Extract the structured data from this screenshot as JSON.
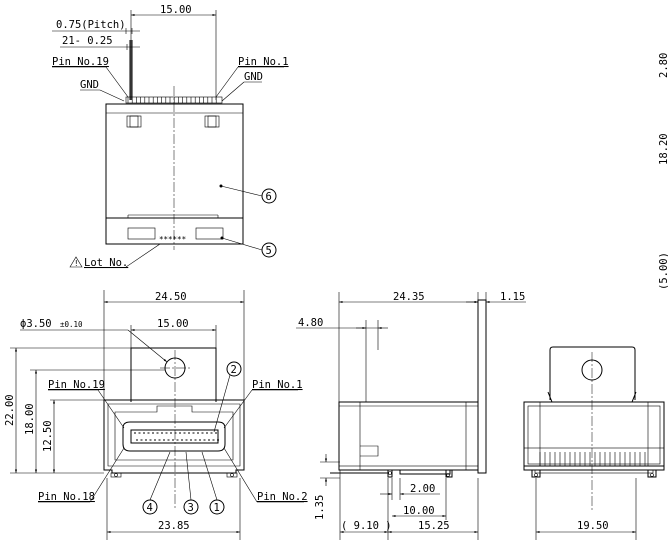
{
  "top_view": {
    "dim_15_00": "15.00",
    "pitch": "0.75(Pitch)",
    "pin_count_width": "21- 0.25",
    "pin_no_19": "Pin No.19",
    "pin_no_1": "Pin No.1",
    "gnd_left": "GND",
    "gnd_right": "GND",
    "callout_6": "6",
    "callout_5": "5",
    "lot_stars": "******",
    "lot_no": "Lot No.",
    "warning_symbol": "triangle-warning-icon"
  },
  "front_view": {
    "dim_24_50": "24.50",
    "dim_15_00": "15.00",
    "hole_dia": "ϕ3.50",
    "hole_tol": "±0.10",
    "dim_22_00": "22.00",
    "dim_18_00": "18.00",
    "dim_12_50": "12.50",
    "pin_no_19": "Pin No.19",
    "pin_no_1": "Pin No.1",
    "pin_no_18": "Pin No.18",
    "pin_no_2": "Pin No.2",
    "callout_2": "2",
    "callout_4": "4",
    "callout_3": "3",
    "callout_1": "1",
    "dim_23_85": "23.85"
  },
  "side_view": {
    "dim_24_35": "24.35",
    "dim_1_15": "1.15",
    "dim_4_80": "4.80",
    "dim_1_35": "1.35",
    "dim_2_00": "2.00",
    "dim_10_00": "10.00",
    "dim_9_10": "( 9.10 )",
    "dim_15_25": "15.25"
  },
  "back_view": {
    "dim_19_50": "19.50"
  },
  "right_edge": {
    "dim_2_80": "2.80",
    "dim_18_20": "18.20",
    "dim_5_00": "(5.00)"
  }
}
